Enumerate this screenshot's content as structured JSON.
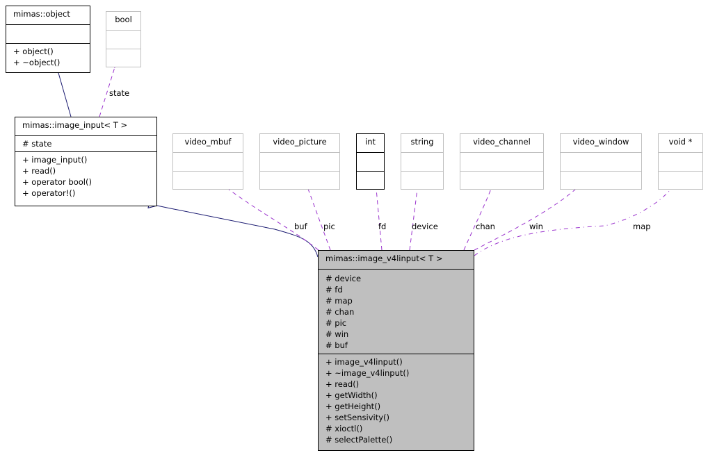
{
  "diagram": {
    "classes": {
      "object": {
        "title": "mimas::object",
        "attributes": [],
        "methods": [
          "+ object()",
          "+ ~object()"
        ]
      },
      "bool": {
        "title": "bool"
      },
      "image_input": {
        "title": "mimas::image_input< T >",
        "attributes": [
          "# state"
        ],
        "methods": [
          "+ image_input()",
          "+ read()",
          "+ operator bool()",
          "+ operator!()"
        ]
      },
      "video_mbuf": {
        "title": "video_mbuf"
      },
      "video_picture": {
        "title": "video_picture"
      },
      "int": {
        "title": "int"
      },
      "string": {
        "title": "string"
      },
      "video_channel": {
        "title": "video_channel"
      },
      "video_window": {
        "title": "video_window"
      },
      "void_ptr": {
        "title": "void *"
      },
      "image_v4linput": {
        "title": "mimas::image_v4linput< T >",
        "attributes": [
          "# device",
          "# fd",
          "# map",
          "# chan",
          "# pic",
          "# win",
          "# buf"
        ],
        "methods": [
          "+ image_v4linput()",
          "+ ~image_v4linput()",
          "+ read()",
          "+ getWidth()",
          "+ getHeight()",
          "+ setSensivity()",
          "# xioctl()",
          "# selectPalette()"
        ]
      }
    },
    "relations": {
      "inheritance": [
        {
          "from": "image_input",
          "to": "object"
        },
        {
          "from": "image_v4linput",
          "to": "image_input"
        }
      ],
      "usage": [
        {
          "from": "image_input",
          "to": "bool",
          "label": "state"
        },
        {
          "from": "image_v4linput",
          "to": "video_mbuf",
          "label": "buf"
        },
        {
          "from": "image_v4linput",
          "to": "video_picture",
          "label": "pic"
        },
        {
          "from": "image_v4linput",
          "to": "int",
          "label": "fd"
        },
        {
          "from": "image_v4linput",
          "to": "string",
          "label": "device"
        },
        {
          "from": "image_v4linput",
          "to": "video_channel",
          "label": "chan"
        },
        {
          "from": "image_v4linput",
          "to": "video_window",
          "label": "win"
        },
        {
          "from": "image_v4linput",
          "to": "void_ptr",
          "label": "map"
        }
      ]
    },
    "colors": {
      "inheritance_edge": "#191970",
      "usage_edge": "#9a32cd",
      "main_class_fill": "#bfbfbf",
      "external_class_border": "#bfbfbf",
      "class_border": "#000000"
    }
  }
}
